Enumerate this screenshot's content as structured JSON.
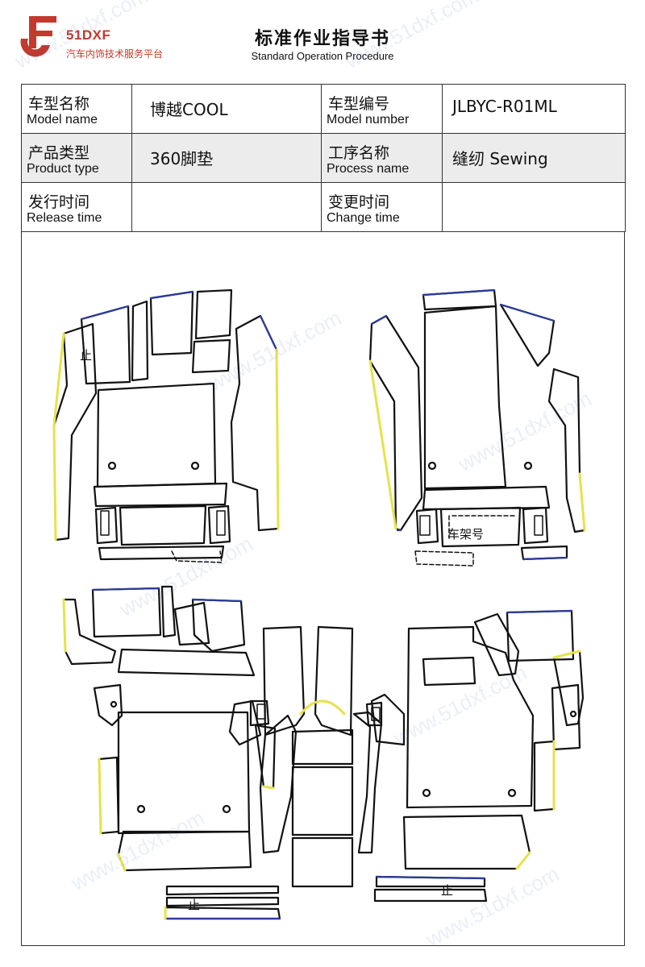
{
  "header": {
    "brand": "51DXF",
    "brand_sub": "汽车内饰技术服务平台",
    "title": "标准作业指导书",
    "subtitle": "Standard Operation Procedure",
    "brand_color": "#c23a2e"
  },
  "info": {
    "model_name_cn": "车型名称",
    "model_name_en": "Model name",
    "model_name_value": "博越COOL",
    "model_number_cn": "车型编号",
    "model_number_en": "Model number",
    "model_number_value": "JLBYC-R01ML",
    "product_type_cn": "产品类型",
    "product_type_en": "Product type",
    "product_type_value": "360脚垫",
    "process_name_cn": "工序名称",
    "process_name_en": "Process name",
    "process_name_value": "缝纫 Sewing",
    "release_time_cn": "发行时间",
    "release_time_en": "Release time",
    "release_time_value": "",
    "change_time_cn": "变更时间",
    "change_time_en": "Change time",
    "change_time_value": ""
  },
  "drawing": {
    "labels": {
      "stop_1": "止",
      "stop_2": "止",
      "stop_3": "止",
      "frame_no": "车架号"
    },
    "watermark": "www.51dxf.com",
    "colors": {
      "outline": "#111111",
      "edge_blue": "#2b3a9c",
      "edge_yellow": "#e6e24a"
    }
  }
}
